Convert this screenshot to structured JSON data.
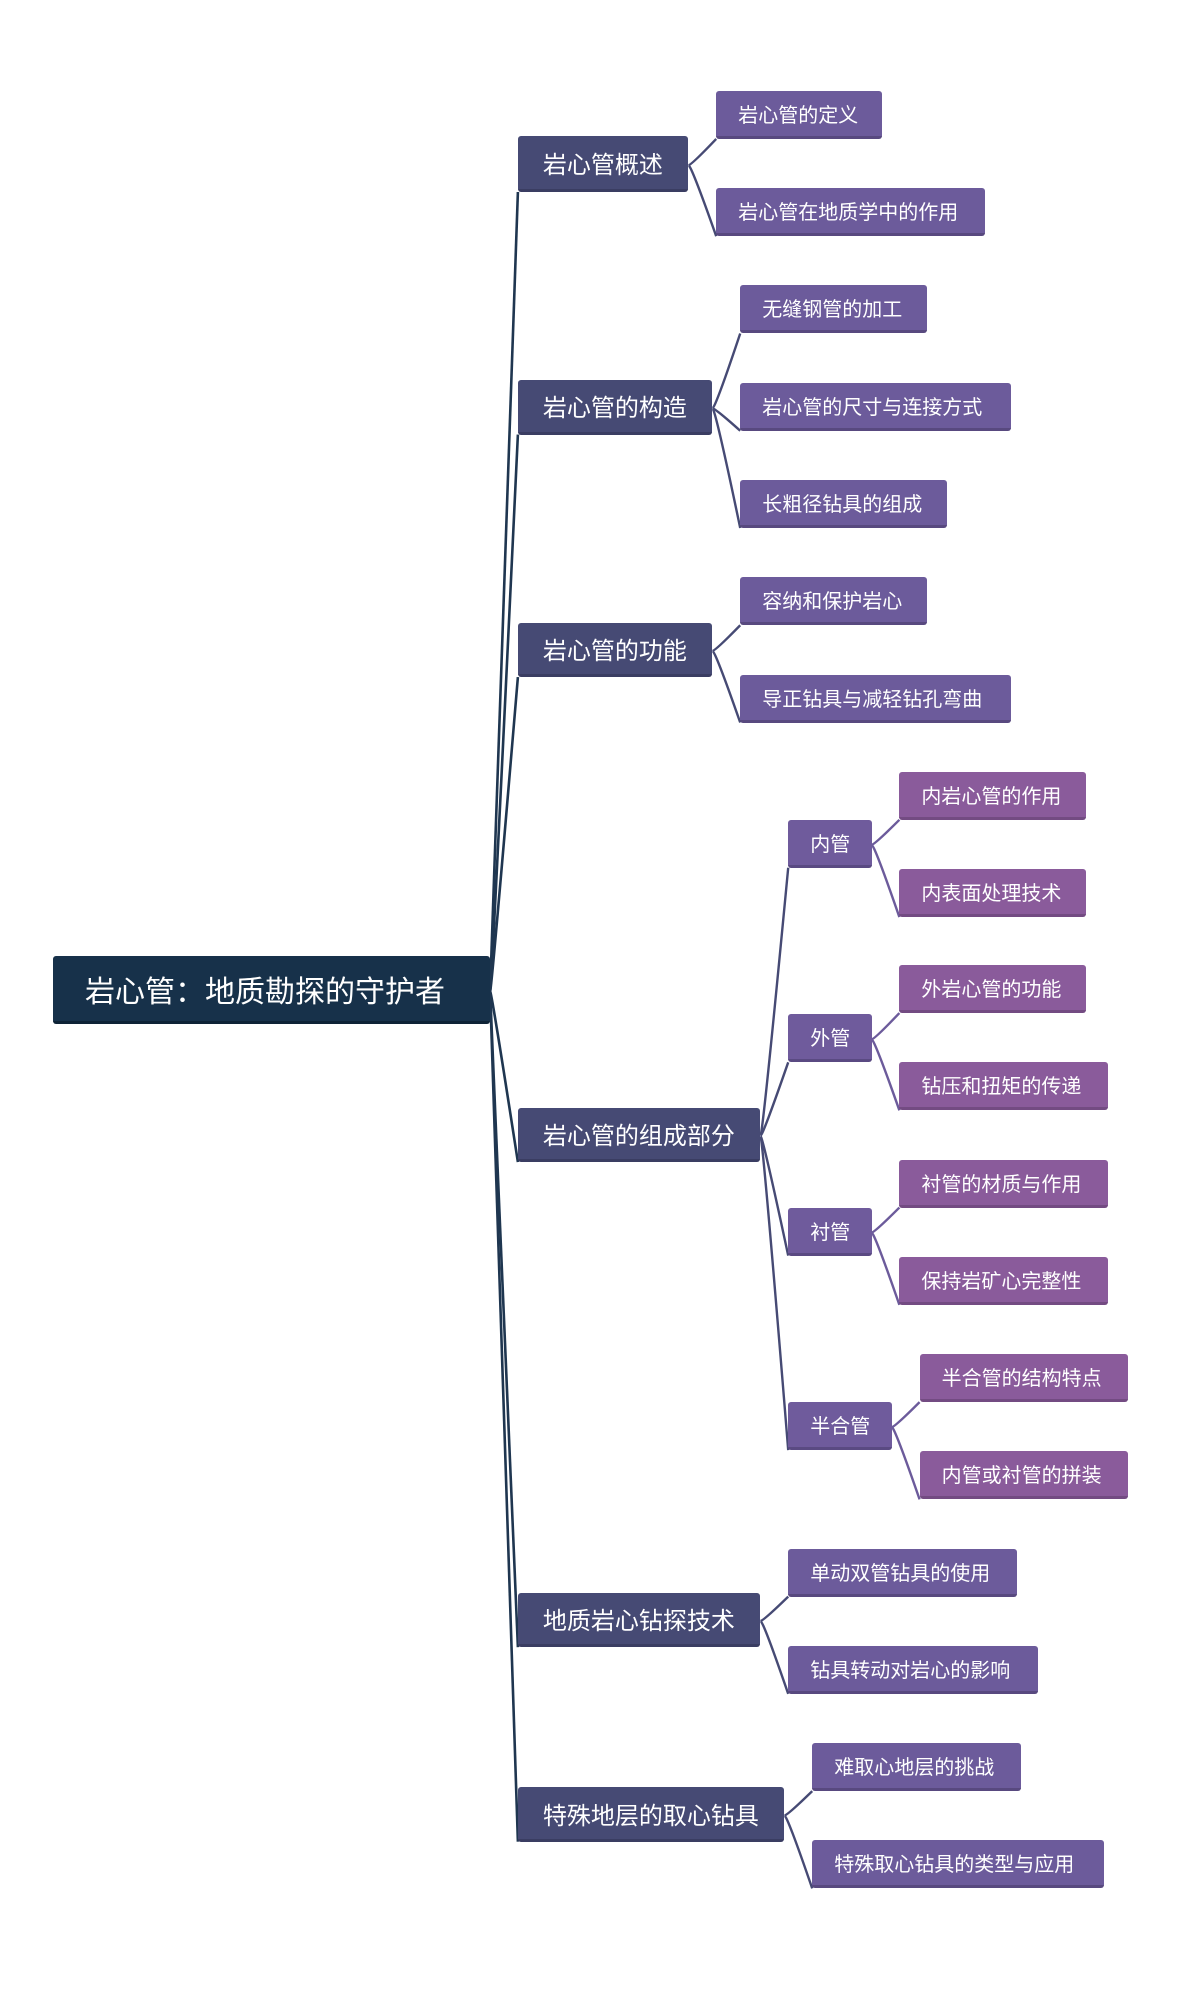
{
  "mindmap": {
    "root": {
      "label": "岩心管：地质勘探的守护者"
    },
    "branches": [
      {
        "label": "岩心管概述",
        "children": [
          {
            "label": "岩心管的定义"
          },
          {
            "label": "岩心管在地质学中的作用"
          }
        ]
      },
      {
        "label": "岩心管的构造",
        "children": [
          {
            "label": "无缝钢管的加工"
          },
          {
            "label": "岩心管的尺寸与连接方式"
          },
          {
            "label": "长粗径钻具的组成"
          }
        ]
      },
      {
        "label": "岩心管的功能",
        "children": [
          {
            "label": "容纳和保护岩心"
          },
          {
            "label": "导正钻具与减轻钻孔弯曲"
          }
        ]
      },
      {
        "label": "岩心管的组成部分",
        "children": [
          {
            "label": "内管",
            "children": [
              {
                "label": "内岩心管的作用"
              },
              {
                "label": "内表面处理技术"
              }
            ]
          },
          {
            "label": "外管",
            "children": [
              {
                "label": "外岩心管的功能"
              },
              {
                "label": "钻压和扭矩的传递"
              }
            ]
          },
          {
            "label": "衬管",
            "children": [
              {
                "label": "衬管的材质与作用"
              },
              {
                "label": "保持岩矿心完整性"
              }
            ]
          },
          {
            "label": "半合管",
            "children": [
              {
                "label": "半合管的结构特点"
              },
              {
                "label": "内管或衬管的拼装"
              }
            ]
          }
        ]
      },
      {
        "label": "地质岩心钻探技术",
        "children": [
          {
            "label": "单动双管钻具的使用"
          },
          {
            "label": "钻具转动对岩心的影响"
          }
        ]
      },
      {
        "label": "特殊地层的取心钻具",
        "children": [
          {
            "label": "难取心地层的挑战"
          },
          {
            "label": "特殊取心钻具的类型与应用"
          }
        ]
      }
    ]
  },
  "colors": {
    "root": "#17314a",
    "level1": "#464a74",
    "level2": "#6c5b9b",
    "level3": "#8a5b9b",
    "link_root": "#1f3650",
    "link_level1": "#464a74",
    "link_level2": "#6c5b9b"
  }
}
